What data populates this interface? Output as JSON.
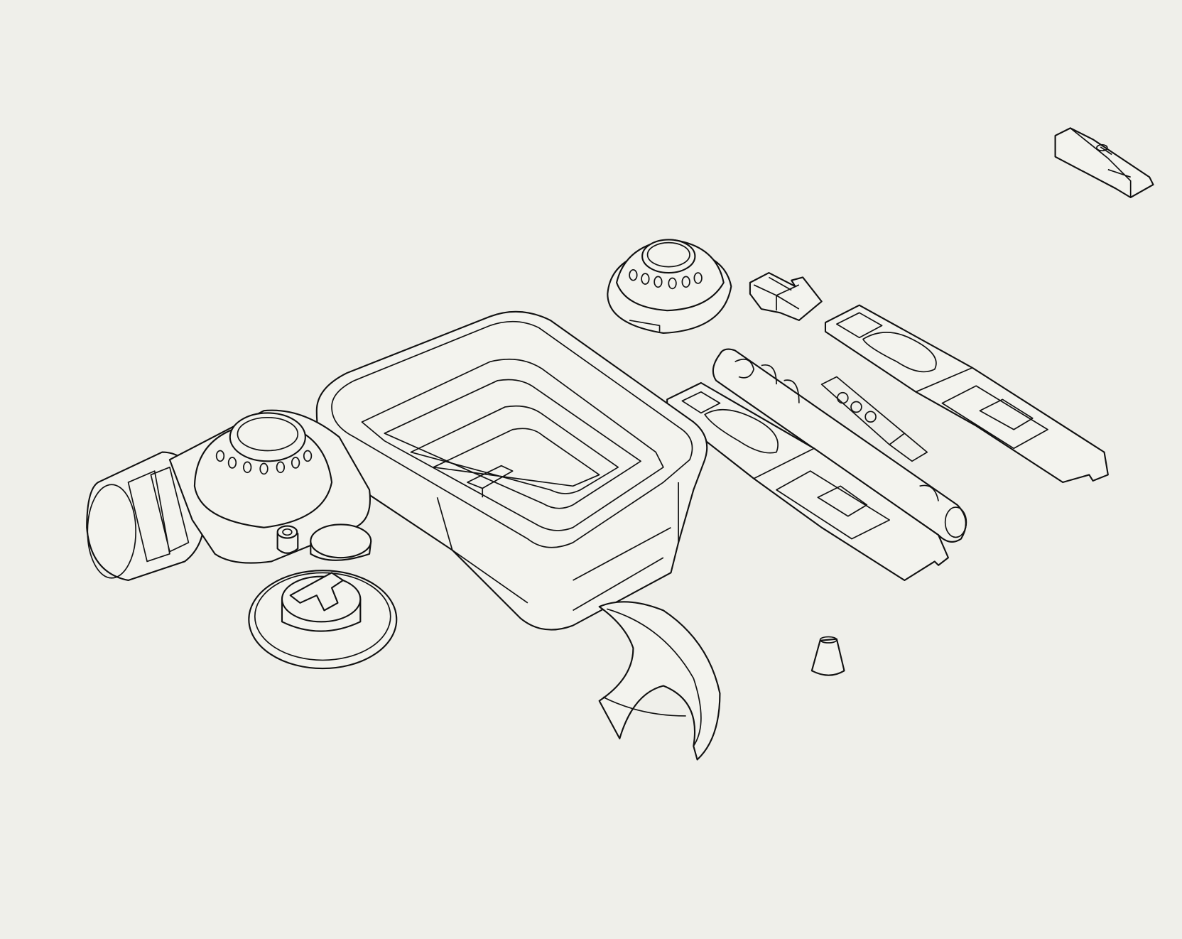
{
  "canvas": {
    "background": "#efefea",
    "line_color": "#111111"
  },
  "parts": [
    {
      "name": "top-right-bracket"
    },
    {
      "name": "small-dome-cap"
    },
    {
      "name": "cross-grid-clip"
    },
    {
      "name": "right-tray-plate"
    },
    {
      "name": "cylindrical-tube"
    },
    {
      "name": "center-tray-plate"
    },
    {
      "name": "stacked-rounded-frame"
    },
    {
      "name": "large-dome-housing"
    },
    {
      "name": "vented-cylinder"
    },
    {
      "name": "round-disc"
    },
    {
      "name": "small-ring"
    },
    {
      "name": "t-handle-base"
    },
    {
      "name": "curved-shell-fragment"
    },
    {
      "name": "small-cone"
    }
  ]
}
